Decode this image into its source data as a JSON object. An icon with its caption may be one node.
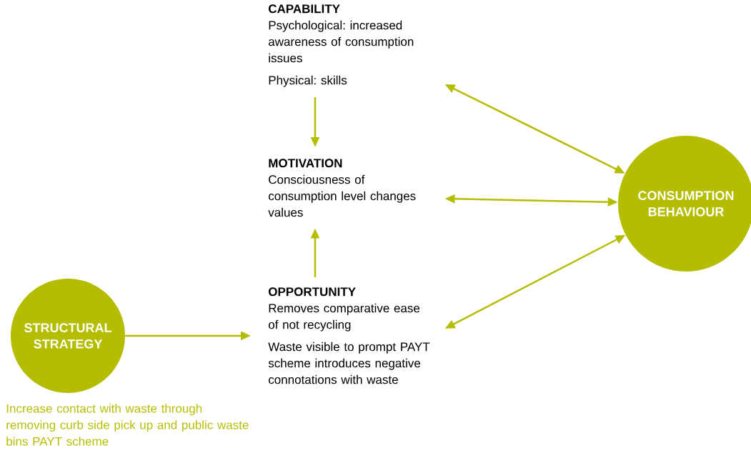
{
  "diagram": {
    "nodes": [
      {
        "text": [
          "CAPABILITY",
          "Psychological: increased awareness of consumption issues",
          "Physical: skills"
        ]
      },
      {
        "text": [
          "MOTIVATION",
          "Consciousness of consumption level changes values"
        ]
      },
      {
        "text": [
          "OPPORTUNITY",
          "Removes comparative ease of not recycling",
          "Waste visible to prompt PAYT scheme introduces negative connotations with waste"
        ]
      },
      {
        "text": [
          "STRUCTURAL STRATEGY"
        ],
        "beside": [
          "Increase contact with waste through removing curb side pick up and public waste bins PAYT scheme"
        ]
      },
      {
        "text": [
          "CONSUMPTION BEHAVIOUR"
        ]
      }
    ],
    "edges": [
      {
        "from": 0,
        "to": 1,
        "arrow": "to"
      },
      {
        "from": 2,
        "to": 1,
        "arrow": "to"
      },
      {
        "from": 3,
        "to": 2,
        "arrow": "to"
      },
      {
        "from": 0,
        "to": 4,
        "arrow": "both"
      },
      {
        "from": 1,
        "to": 4,
        "arrow": "both"
      },
      {
        "from": 2,
        "to": 4,
        "arrow": "both"
      }
    ]
  }
}
